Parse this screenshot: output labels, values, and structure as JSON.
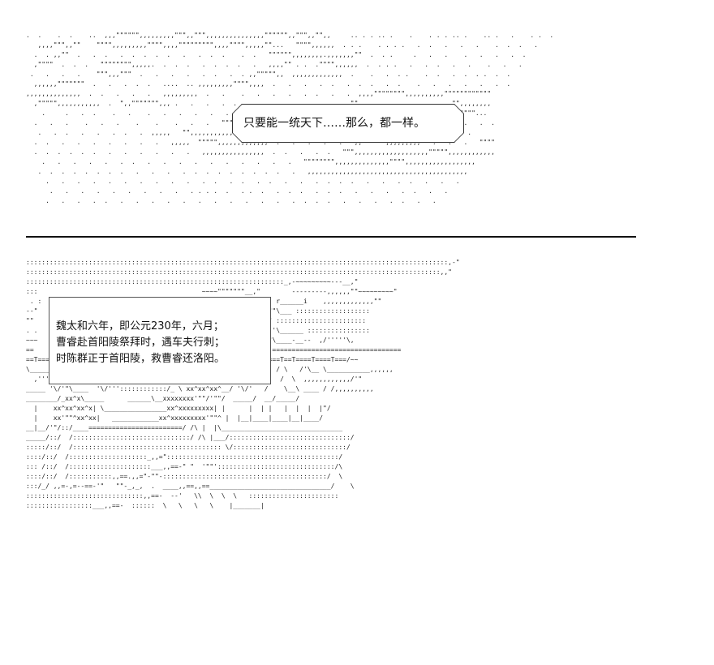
{
  "speech_bubble": {
    "text": "只要能一统天下……那么，都一样。"
  },
  "caption_box": {
    "lines": [
      "魏太和六年，即公元230年，六月；",
      "曹睿赴首阳陵祭拜时，遇车夫行刺；",
      "时陈群正于首阳陵，救曹睿还洛阳。"
    ]
  },
  "ascii_art": {
    "sky": ".  .    .  .    ..  ,,,\"\"\"\"\"\",,,,,,,,,\"\"\",,\"\"\",,,,,,,,,,,,,,,\"\"\"\"\"\",,\"\"\",,\"\",,     .. . . .. .    .    . . . .. .    .. .   .    . .  .\n   ,,,,\"\"\",,\"\"    \"\"\"\",,,,,,,,,\"\"\"\",,,,\"\"\"\"\"\"\"\"\",,,,\"\"\"\",,,,,\"\"...   \"\"\"\",,,,,,  . . .    . . . .   .  .   .   .   .    .  .  .   .\n  .  . ,,\"\"  .   .  .   .  .  .  .  .   .   .  .  .    .  .   \"\"\"\"\"\",,,,,,,,.,,,,,,,\"\"  .  . .     .   .   .    .   .   .   .  .\n  ,\"\"\"\"  .  .  .   \"\"\"\"\"\"\"\",,,,,.  .  .  .   .  .  .  .   .   ,,,,\"\" . .  .\"\"\"\",,,,,,  .  . . .   .   .  .   .   .    .   .   .\n .   .   .   .    \"\"\",,,\"\"\"  .   .   .   .   .  .   .  . ,,\"\"\"\"\",,  ,,,,,,,,,,,,,  .    .   .  . .    .  .   .  .  . .  .  .\n  ,,,,,,\"\"\"\"\"\"\"  .   .   .  .  .   ....  .. ,,,,,,,,,\"\"\"\",,,,  .   .   .   .  .   .  .  .   .  .    .   .   .   .   .   .  .\n,,,,,,,,,,,,,,  .  .   .   .   .   ,,,,,,,,,  .   .    .   .   .   .   .  .   .   .  ,,,,\"\"\"\"\"\"\"\",,,,,,,,,,\"\"\"\"\"\"\"\"\"\"\"\"\n  ,\"\"\"\"\",,,,,,,,,,,  .  \",,\"\"\"\"\"\"\",,, .   .   .   .  .  .   .   .   .   .   .  .   \"\",,,,,,,,,  .  ,,,,,,,,,,\"\",,,,,,,,\n    .     .   .  .    .   .    .   .   .   .   .   .   .  .   .   .   .   .   .   .   \"\"\"\"\"\"\"\",,,,,,,,,,,,,,\"\"\"\"\"\"\"...\n  .   .   .    .   .   .    .    .    .   .   .   \"\"\"\"\"\"\"\",,,,,,,\"\"\"\"\"\"\"\",,,,,,\"\"\"\"\"\"\"\"\"\"\"\"\"... .  .  .  .  .   .   .  .\n   .   .  .   .   .   .  .   .  ,,,,,   \"\",,,,,,,,,,,  .  \"\"\"\"\"\",,,,,,,,\"\"\"\"\"\"\"\"\"\",,,,... .   .   .   .   .  .   .\n  .  .   .   .   .   .   .   .   .   ,,,,,  \"\"\"\"\",,,,,,,,,,,,,  .   .   .   .   .   ,,\"\"\"\"\"\",,,,,,,,,   .   .   .   \"\"\"\"\n  .  .  .  .  .  .   .   .   .   .   .   .   ,,,,,,,,,,,,,,,,  .  .   .   .  .   \"\"\",,,,,,,,,,,,,,,,,,,\"\"\"\"\",,,,,,,,,,,,\n    .   .   .   .   .   .  .   .   .   .   .   .   .   .   .   .   .   \"\"\"\"\"\"\"\",,,,,,,,,,,,,,\"\"\"\",,,,,,,,,,,,,,,,,,\n   .  .  .  .  .  .  .  .   .   .   .   .  .  .  .  .  .  .  .  .   .   ,,,,,,,,,,,,,,,,,,,,,,,,,,,,,,,,,,,,,,,,,\n     .   .   .   .   .   .   .   .   .   .   .  .   .  .   .  .   .   .   .  .  .  .   .   .   .  .   .   .   .\n      .   .   .   .   .   .   .   .   .   . . . .  .   . .  .   .  .  .   .  .  .   .   .   .   .  .   .   .\n     .   .   .   .  .   .   .   .   .   .   .   .   .   .   .   .   .  .  .  .   .   .   .   .  .   .   .",
    "landscape": "::::::::::::::::::::::::::::::::::::::::::::::::::::::::::::::::::::::::::::::::::::::::::::::::::::::::::::,-\"\n::::::::::::::::::::::::::::::::::::::::::::::::::::::::::::::::::::::::::::::::::::::::::::::::::::::::::,,\"\n::::::::::::::::::::::::::::::::::::::::::::::::::::::::::::::::::_,-~~~~~~~~~---__,\"\n:::                                          ~~~~\"\"\"\"\"\"\"__,\"        ---------,,,,,,\"\"~~~~~~~~~\"\n . :                                          ,  ,  -           r______i    ,,,,,,,,,,,,,\"\"\n--\"                                          : ::.___/'\"\"\"\"\"\"\"\"\"\\___ :::::::::::::::::::\n\"\"                                          :::: \\__nnnnnnn__/\" :::::::::::::::::::::::\n. .                                          ,.,,,_____/''''''''\\______ ::::::::::::::::\n~~~                                          -__-___'\"\"\"\"\"\"\"\"\"\"\\____-__--  ,/'''''\\,\n==                                          ======= ^ ====== ^ =================================\n==T===T===/~===/==T====T====T===T====T====T===T====T====T====T===T==T====T====T===/~~\n\\________________,,,,,,,,,____________\\\\/'\"\"\"\\/'=__-'/'=__,__T' / \\   /'\\__ \\___________,,,,,,\n  ,''''''''''''\\/\\::::::::::::::::::/  \\__________/  \\   / \\     /  \\  ,,,,,,,,,,,,/'\"\n_____ '\\/'\"\\____  '\\/'''::::::::::::/_ \\ xx^xx^xx^__/ '\\/'   /    \\__\\ ____ / /,,,,,,,,,,\n________/_xx^x\\_____      ______\\__xxxxxxxx'\"\"/'\"\"/  _____/  __/_____/\n  |    xx^xx^xx^x| \\________________xx^xxxxxxxxx| |      |  | |   |  |  |  |\"/\n  |    xx'\"\"^xx^xx|   ____________xx^xxxxxxxxx'\"\"^ |  |__|____|____|__|____/\n__|__/'\"/::/____========================/ /\\ |  |\\_______________________________\n_____/::/  /::::::::::::::::::::::::::::::/ /\\ |___/:::::::::::::::::::::::::::::::/\n:::::/::/  /:::::::::::::::::::::::::::::::::::::: \\/:::::::::::::::::::::::::::::/\n::::/::/  /::::::::::::::::::::_,,=\"::::::::::::::::::::::::::::::::::::::::::::/\n::: /::/  /:::::::::::::::::::::___,,==-\" \"  '\"\"'::::::::::::::::::::::::::::::/\\\n::::/::/  /:::::::::::,,==.,,=\"-\"\"-::::::::::::::::::::::::::::::::::::::::::/  \\\n:::/_/ ,,=-,=--==-'\"   \"\"-_,_,  .  ____,,==,,==_______________________________/    \\\n::::::::::::::::::::::::::::::,,==-  --'   \\\\  \\  \\  \\   :::::::::::::::::::::::\n:::::::::::::::::___,,==-  ::::::  \\   \\   \\   \\    |_______|"
  }
}
